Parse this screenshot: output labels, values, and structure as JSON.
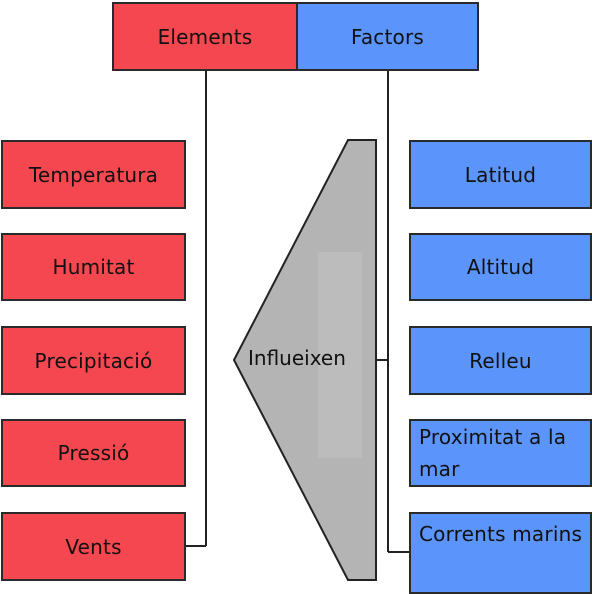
{
  "header": {
    "elements_label": "Elements",
    "factors_label": "Factors"
  },
  "elements": [
    "Temperatura",
    "Humitat",
    "Precipitació",
    "Pressió",
    "Vents"
  ],
  "factors": [
    "Latitud",
    "Altitud",
    "Relleu",
    "Proximitat a la mar",
    "Corrents marins"
  ],
  "center_label": "Influeixen",
  "colors": {
    "elements": "#f5474f",
    "factors": "#5b94fa",
    "influence_shape": "#b4b4b4"
  }
}
